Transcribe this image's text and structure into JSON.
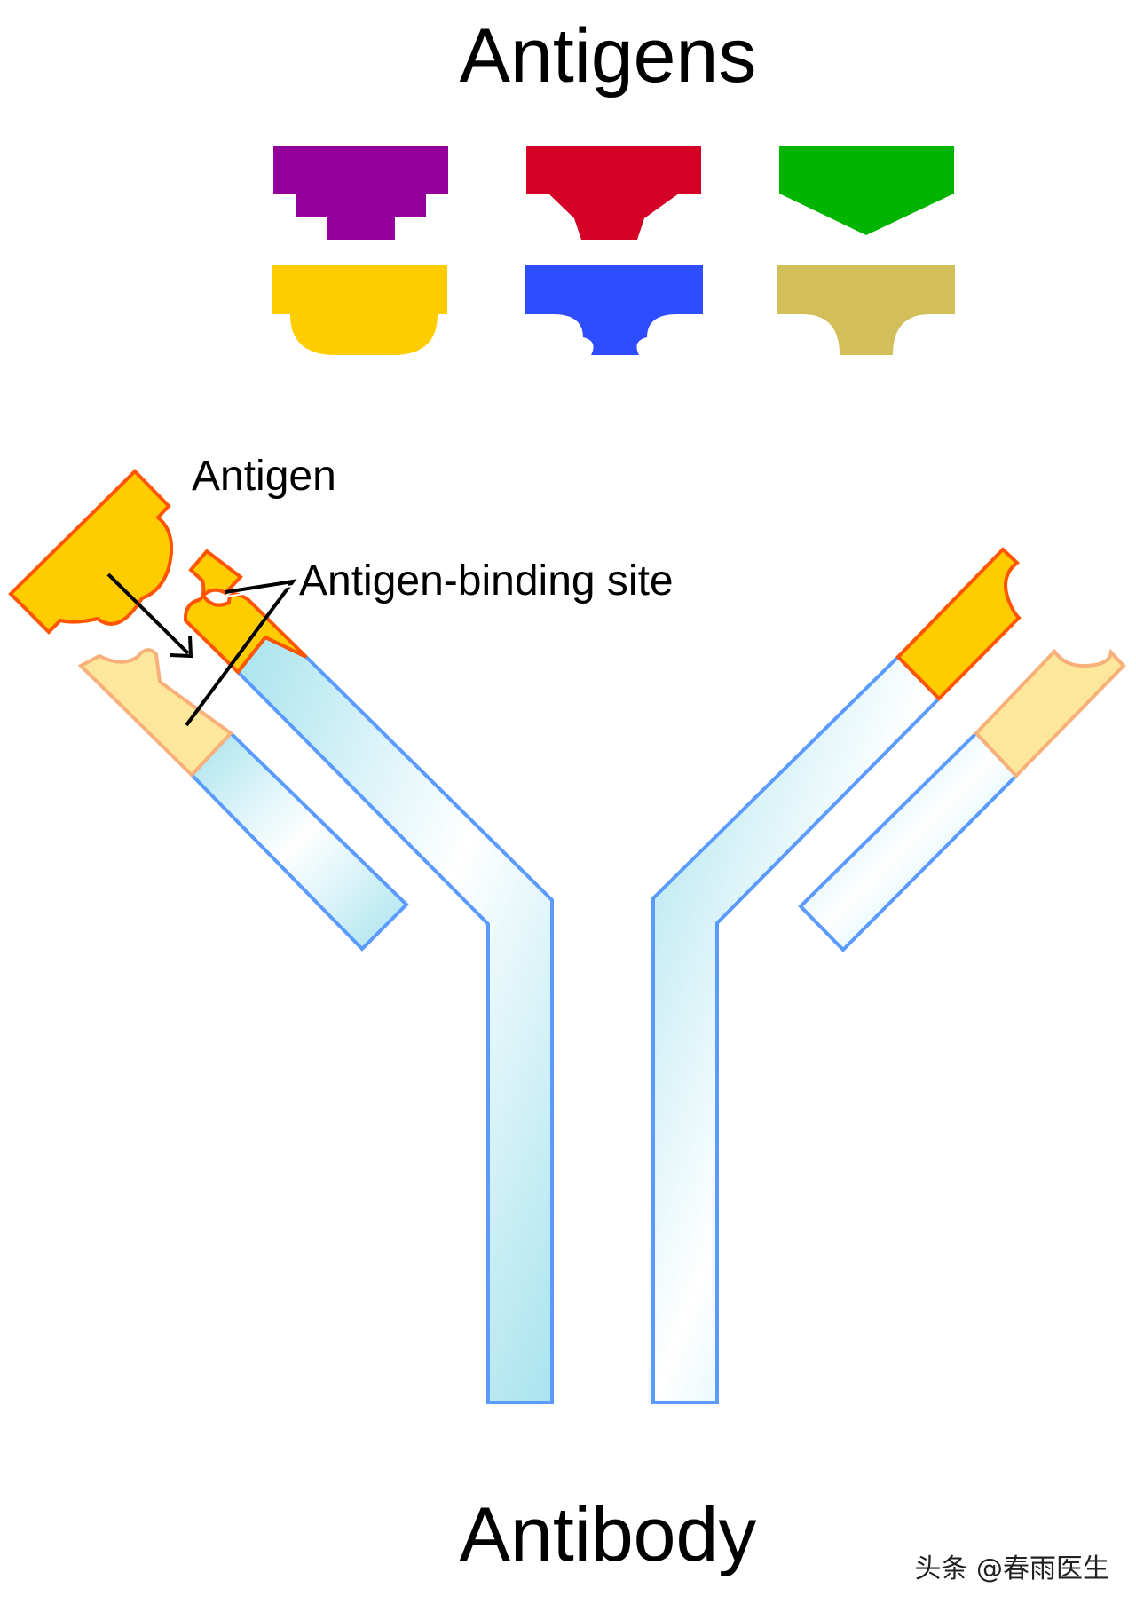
{
  "title": "Antigens",
  "footer_title": "Antibody",
  "labels": {
    "antigen": "Antigen",
    "binding_site": "Antigen-binding site"
  },
  "watermark": "头条 @春雨医生",
  "colors": {
    "purple": "#93009b",
    "red": "#d50025",
    "green": "#00b400",
    "yellow": "#ffcc00",
    "blue": "#2d4dff",
    "khaki": "#d3bf5a",
    "antibody_outline": "#5b9bff",
    "antibody_fill": "#d4f1f7",
    "binding_outline": "#ff5500",
    "light_binding_fill": "#fde79a",
    "light_binding_outline": "#f8b07a"
  }
}
